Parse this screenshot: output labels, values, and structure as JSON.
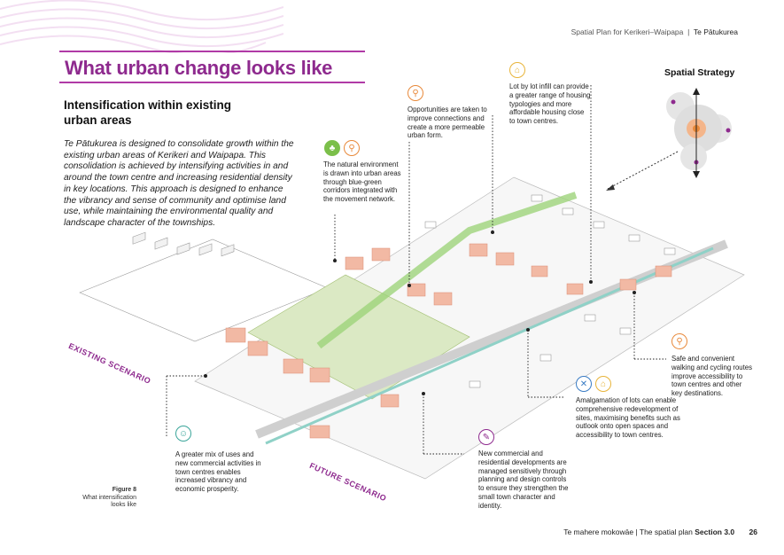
{
  "header": {
    "doc_title": "Spatial Plan for Kerikeri–Waipapa",
    "section": "Te Pātukurea"
  },
  "page_title": "What urban change looks like",
  "subtitle": "Intensification within existing urban areas",
  "intro": "Te Pātukurea is designed to consolidate growth within the existing urban areas of Kerikeri and Waipapa. This consolidation is achieved by intensifying activities in and around the town centre and increasing residential density in key locations. This approach is designed to enhance the vibrancy and sense of community and optimise land use, while maintaining the environmental quality and landscape character of the townships.",
  "spatial_strategy_label": "Spatial Strategy",
  "scenarios": {
    "existing": "EXISTING SCENARIO",
    "future": "FUTURE SCENARIO"
  },
  "callouts": {
    "natural_env": "The natural environment is drawn into urban areas through blue-green corridors integrated with the movement network.",
    "connections": "Opportunities are taken to improve connections and create a more permeable urban form.",
    "infill": "Lot by lot infill can provide a greater range of housing typologies and more affordable housing close to town centres.",
    "walking": "Safe and convenient walking and cycling routes improve accessibility to town centres and other key destinations.",
    "amalgamation": "Amalgamation of lots can enable comprehensive redevelopment of sites, maximising benefits such as outlook onto open spaces and accessibility to town centres.",
    "commercial": "New commercial and residential developments are managed sensitively through planning and design controls to ensure they strengthen the small town character and identity.",
    "mix": "A greater mix of uses and new commercial activities in town centres enables increased vibrancy and economic prosperity."
  },
  "figure": {
    "label": "Figure 8",
    "caption": "What intensification looks like"
  },
  "footer": {
    "doc": "Te mahere mokowāe",
    "part": "The spatial plan",
    "section": "Section 3.0",
    "page": "26"
  },
  "colors": {
    "accent": "#8e2a8e",
    "orange": "#e8893a",
    "green": "#7bbf4a",
    "teal": "#3aa59a",
    "purple": "#8e2a8e",
    "blue": "#3a7cc4",
    "yellow": "#e8b43a"
  },
  "icons": [
    "tree-icon",
    "walking-cycling-icon",
    "housing-icon",
    "community-icon",
    "commercial-icon",
    "amalgamation-icon"
  ]
}
